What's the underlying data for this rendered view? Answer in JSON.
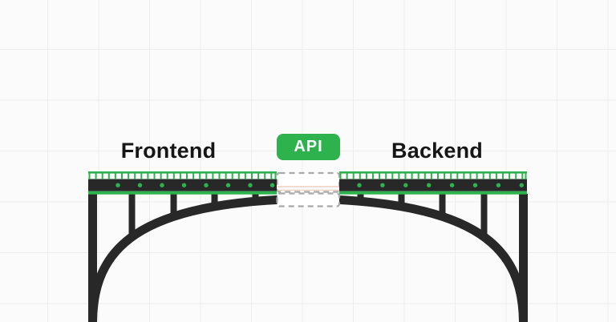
{
  "diagram": {
    "frontend_label": "Frontend",
    "backend_label": "Backend",
    "api_badge_label": "API"
  },
  "colors": {
    "background": "#fbfbfb",
    "grid_line": "#ededed",
    "bridge_dark": "#282828",
    "accent_green": "#2db24e",
    "label_text": "#161616",
    "badge_text": "#ffffff",
    "dashed_box_border": "#a9a9a9",
    "dashed_box_fill": "#ffffff",
    "guide_line_salmon": "#f0cdbd"
  }
}
